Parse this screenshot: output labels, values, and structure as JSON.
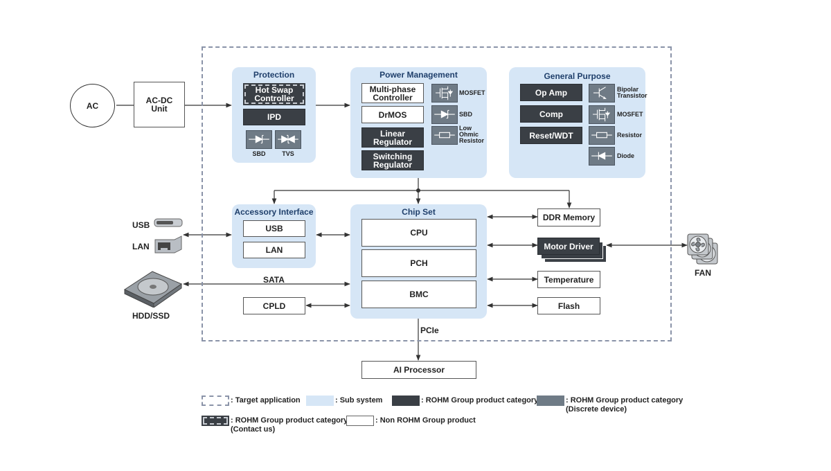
{
  "ac": "AC",
  "acdc": "AC-DC\nUnit",
  "protection": {
    "title": "Protection",
    "hot_swap": "Hot Swap\nController",
    "ipd": "IPD",
    "sbd": "SBD",
    "tvs": "TVS"
  },
  "power": {
    "title": "Power Management",
    "multiphase": "Multi-phase\nController",
    "drmos": "DrMOS",
    "linear": "Linear\nRegulator",
    "switching": "Switching\nRegulator",
    "mosfet": "MOSFET",
    "sbd": "SBD",
    "resistor": "Low\nOhmic\nResistor"
  },
  "general": {
    "title": "General Purpose",
    "opamp": "Op Amp",
    "comp": "Comp",
    "reset": "Reset/WDT",
    "bipolar": "Bipolar\nTransistor",
    "mosfet": "MOSFET",
    "resistor": "Resistor",
    "diode": "Diode"
  },
  "accessory": {
    "title": "Accessory Interface",
    "usb": "USB",
    "lan": "LAN"
  },
  "chipset": {
    "title": "Chip Set",
    "cpu": "CPU",
    "pch": "PCH",
    "bmc": "BMC"
  },
  "cpld": "CPLD",
  "ddr": "DDR Memory",
  "motor": "Motor Driver",
  "temperature": "Temperature",
  "flash": "Flash",
  "usb_label": "USB",
  "lan_label": "LAN",
  "hdd_label": "HDD/SSD",
  "sata_label": "SATA",
  "fan_label": "FAN",
  "pcie_label": "PCIe",
  "ai": "AI Processor",
  "legend": {
    "target": ": Target application",
    "sub": ": Sub system",
    "rohm": ": ROHM Group product category",
    "discrete": ": ROHM Group product category\n(Discrete device)",
    "contact": ": ROHM Group product category\n(Contact us)",
    "non_rohm": ": Non ROHM Group product"
  }
}
